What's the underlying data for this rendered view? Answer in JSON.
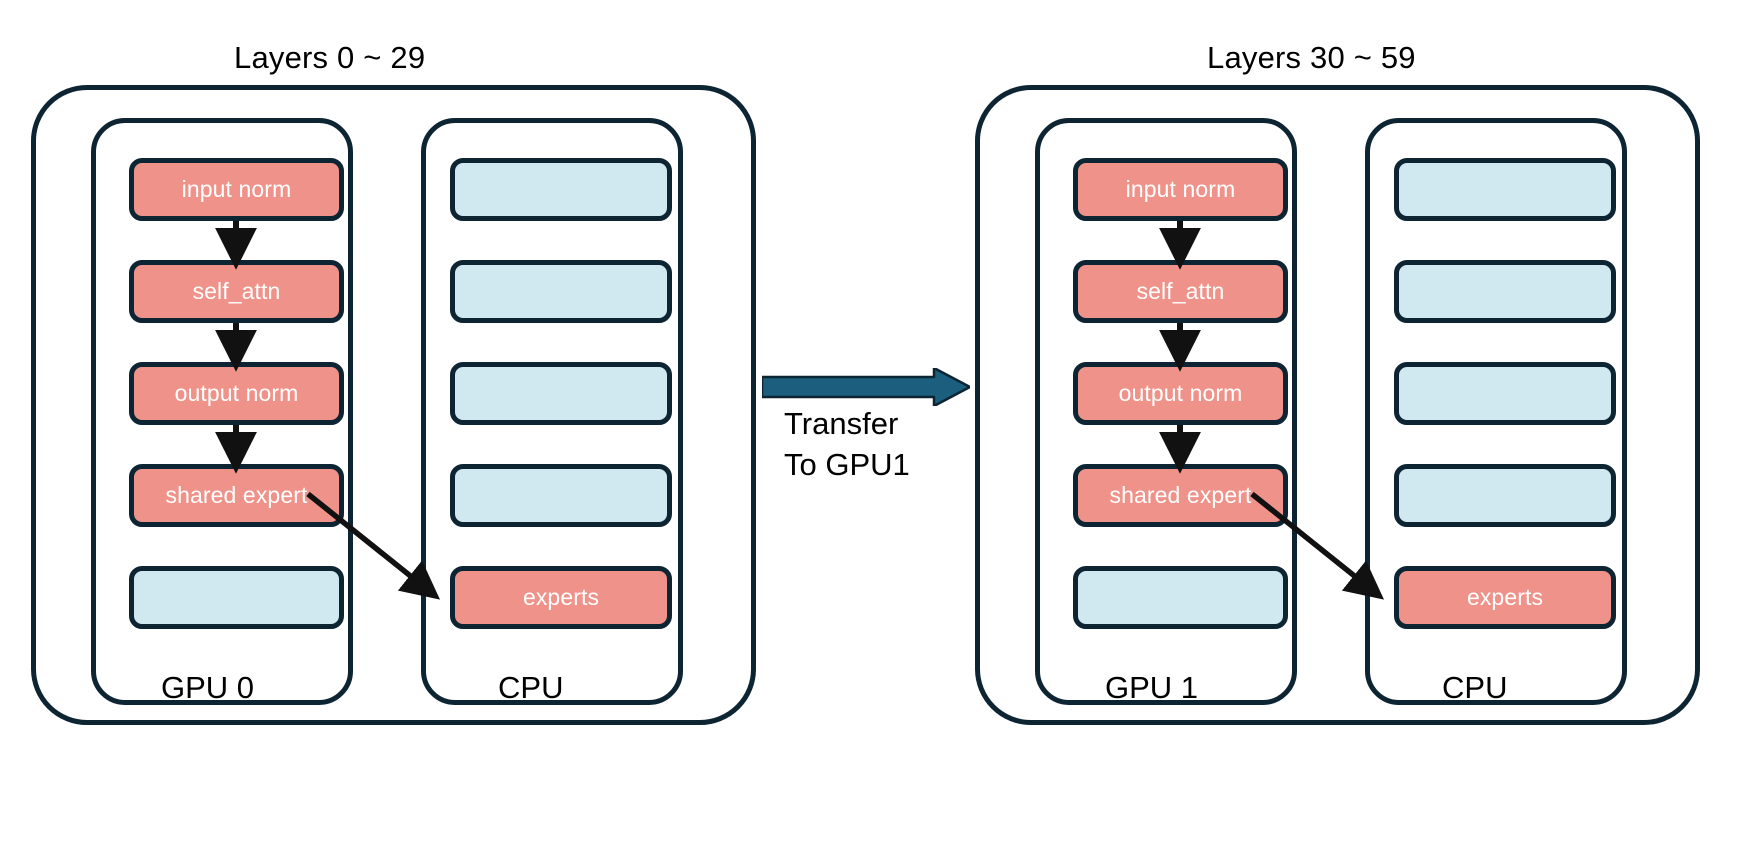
{
  "diagram": {
    "title_left": "Layers 0 ~ 29",
    "title_right": "Layers 30 ~ 59",
    "colors": {
      "salmon": "#ef9289",
      "light_blue": "#d0e8ef",
      "outline": "#0d2433",
      "transfer_arrow": "#1b5e7e",
      "background": "#ffffff",
      "text_on_block": "#ffffff",
      "text": "#000000"
    },
    "transfer": {
      "label": "Transfer\nTo GPU1",
      "icon": "right-block-arrow"
    },
    "groups": [
      {
        "id": "group-left",
        "title": "Layers 0 ~ 29",
        "columns": [
          {
            "id": "gpu0",
            "label": "GPU 0",
            "blocks": [
              {
                "label": "input norm",
                "color": "salmon"
              },
              {
                "label": "self_attn",
                "color": "salmon"
              },
              {
                "label": "output norm",
                "color": "salmon"
              },
              {
                "label": "shared expert",
                "color": "salmon"
              },
              {
                "label": "",
                "color": "light_blue"
              }
            ]
          },
          {
            "id": "cpu0",
            "label": "CPU",
            "blocks": [
              {
                "label": "",
                "color": "light_blue"
              },
              {
                "label": "",
                "color": "light_blue"
              },
              {
                "label": "",
                "color": "light_blue"
              },
              {
                "label": "",
                "color": "light_blue"
              },
              {
                "label": "experts",
                "color": "salmon"
              }
            ]
          }
        ]
      },
      {
        "id": "group-right",
        "title": "Layers 30 ~ 59",
        "columns": [
          {
            "id": "gpu1",
            "label": "GPU 1",
            "blocks": [
              {
                "label": "input norm",
                "color": "salmon"
              },
              {
                "label": "self_attn",
                "color": "salmon"
              },
              {
                "label": "output norm",
                "color": "salmon"
              },
              {
                "label": "shared expert",
                "color": "salmon"
              },
              {
                "label": "",
                "color": "light_blue"
              }
            ]
          },
          {
            "id": "cpu1",
            "label": "CPU",
            "blocks": [
              {
                "label": "",
                "color": "light_blue"
              },
              {
                "label": "",
                "color": "light_blue"
              },
              {
                "label": "",
                "color": "light_blue"
              },
              {
                "label": "",
                "color": "light_blue"
              },
              {
                "label": "experts",
                "color": "salmon"
              }
            ]
          }
        ]
      }
    ]
  }
}
